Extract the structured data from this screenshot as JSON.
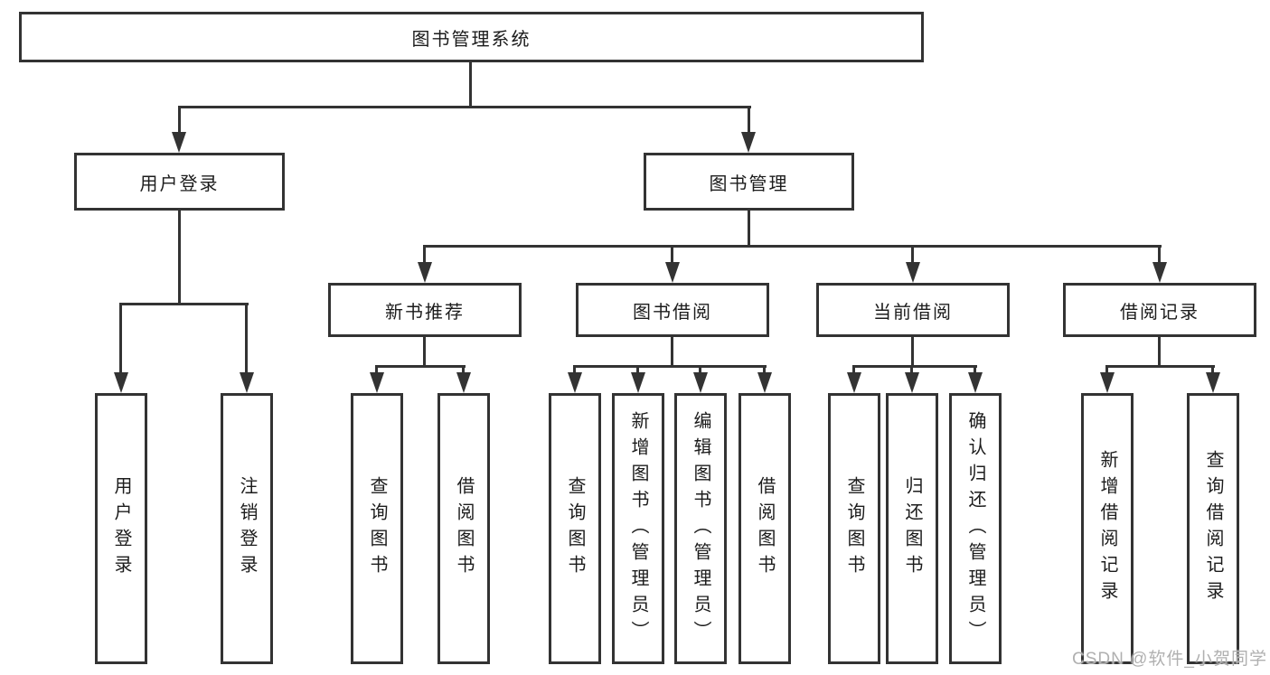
{
  "root": {
    "label": "图书管理系统"
  },
  "level2": [
    {
      "label": "用户登录"
    },
    {
      "label": "图书管理"
    }
  ],
  "level3": [
    {
      "label": "新书推荐",
      "parent": "图书管理"
    },
    {
      "label": "图书借阅",
      "parent": "图书管理"
    },
    {
      "label": "当前借阅",
      "parent": "图书管理"
    },
    {
      "label": "借阅记录",
      "parent": "图书管理"
    }
  ],
  "leaves": [
    {
      "label": "用户登录",
      "parent": "用户登录"
    },
    {
      "label": "注销登录",
      "parent": "用户登录"
    },
    {
      "label": "查询图书",
      "parent": "新书推荐"
    },
    {
      "label": "借阅图书",
      "parent": "新书推荐"
    },
    {
      "label": "查询图书",
      "parent": "图书借阅"
    },
    {
      "label": "新增图书（管理员）",
      "parent": "图书借阅"
    },
    {
      "label": "编辑图书（管理员）",
      "parent": "图书借阅"
    },
    {
      "label": "借阅图书",
      "parent": "图书借阅"
    },
    {
      "label": "查询图书",
      "parent": "当前借阅"
    },
    {
      "label": "归还图书",
      "parent": "当前借阅"
    },
    {
      "label": "确认归还（管理员）",
      "parent": "当前借阅"
    },
    {
      "label": "新增借阅记录",
      "parent": "借阅记录"
    },
    {
      "label": "查询借阅记录",
      "parent": "借阅记录"
    }
  ],
  "watermark": {
    "text": "CSDN @软件_小贺同学"
  },
  "colors": {
    "line": "#333333",
    "text": "#1c1c1c",
    "node_fill": "#ffffff",
    "background": "#ffffff",
    "watermark": "#b0b0b0"
  }
}
